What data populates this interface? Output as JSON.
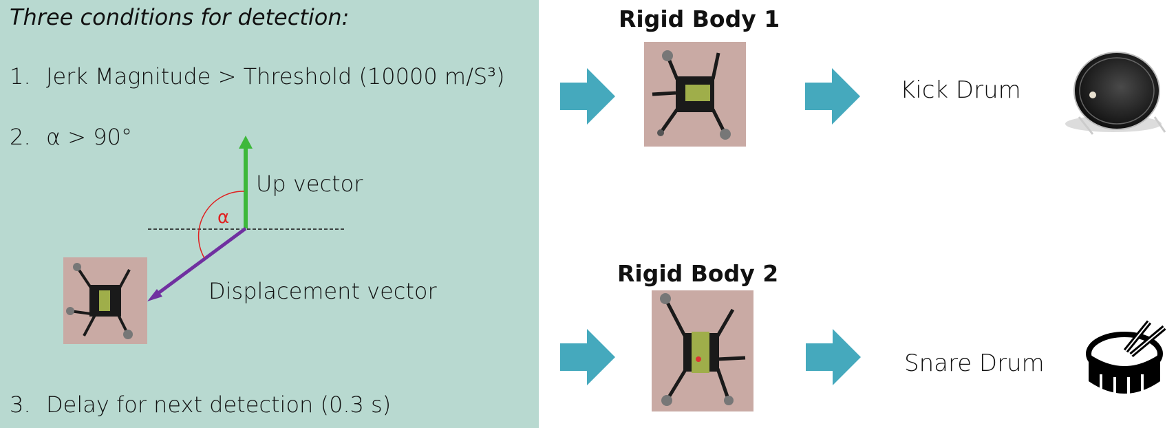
{
  "conditions": {
    "title": "Three conditions for detection:",
    "items": [
      {
        "number": "1.",
        "text": "Jerk Magnitude > Threshold (10000 m/S³)"
      },
      {
        "number": "2.",
        "text": "α > 90°"
      },
      {
        "number": "3.",
        "text": "Delay for next detection (0.3 s)"
      }
    ]
  },
  "vector_diagram": {
    "up_vector_label": "Up vector",
    "displacement_vector_label": "Displacement vector",
    "angle_symbol": "α",
    "colors": {
      "up_vector": "#3db83a",
      "displacement_vector": "#7030a0",
      "angle": "#e02020"
    }
  },
  "mappings": [
    {
      "rigid_body": "Rigid Body 1",
      "instrument": "Kick Drum",
      "instrument_icon": "kick-drum-photo"
    },
    {
      "rigid_body": "Rigid Body 2",
      "instrument": "Snare Drum",
      "instrument_icon": "snare-drum-icon"
    }
  ],
  "colors": {
    "panel_background": "#b8d9d0",
    "arrow": "#45a9bd"
  }
}
